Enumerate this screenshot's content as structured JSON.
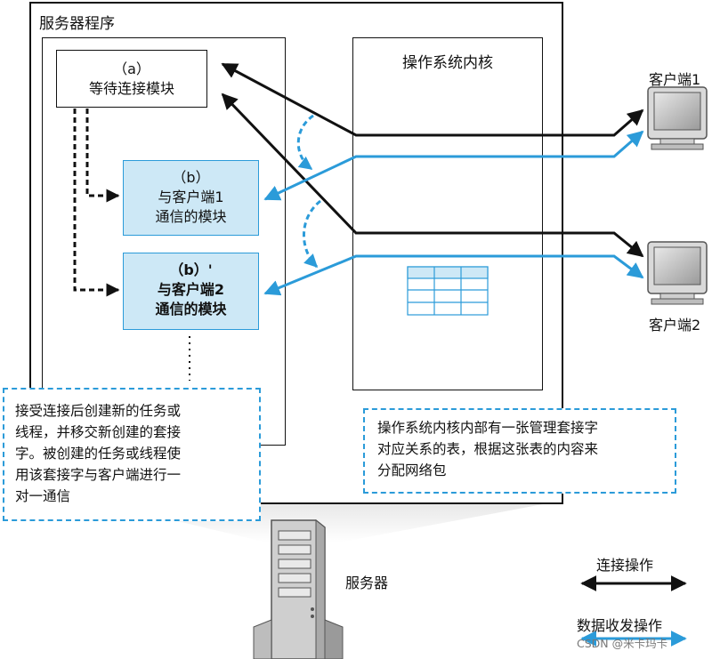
{
  "server_program": {
    "title": "服务器程序"
  },
  "kernel": {
    "title": "操作系统内核"
  },
  "module_a": {
    "line1": "（a）",
    "line2": "等待连接模块"
  },
  "module_b": {
    "line1": "（b）",
    "line2": "与客户端1",
    "line3": "通信的模块"
  },
  "module_b2": {
    "line1": "（b）'",
    "line2": "与客户端2",
    "line3": "通信的模块"
  },
  "note_left": {
    "lines": [
      "接受连接后创建新的任务或",
      "线程，并移交新创建的套接",
      "字。被创建的任务或线程使",
      "用该套接字与客户端进行一",
      "对一通信"
    ]
  },
  "note_right": {
    "lines": [
      "操作系统内核内部有一张管理套接字",
      "对应关系的表，根据这张表的内容来",
      "分配网络包"
    ]
  },
  "clients": [
    {
      "label": "客户端1"
    },
    {
      "label": "客户端2"
    }
  ],
  "server_label": "服务器",
  "legend": {
    "connect_label": "连接操作",
    "data_label": "数据收发操作"
  },
  "watermark": "CSDN @米卡玛卡",
  "colors": {
    "blue": "#2b9bd9",
    "light_blue": "#cde8f6",
    "black": "#111111"
  }
}
